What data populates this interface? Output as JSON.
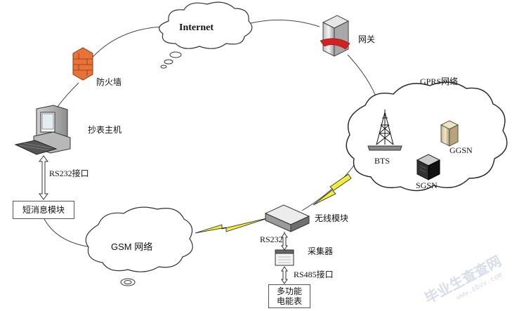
{
  "labels": {
    "internet": "Internet",
    "gateway": "网关",
    "firewall": "防火墙",
    "gprs": "GPRS网络",
    "host": "抄表主机",
    "bts": "BTS",
    "ggsn": "GGSN",
    "sgsn": "SGSN",
    "rs232_top": "RS232接口",
    "sms_module": "短消息模块",
    "wireless_module": "无线模块",
    "gsm": "GSM  网络",
    "rs232_bottom": "RS232",
    "collector": "采集器",
    "rs485": "RS485接口",
    "meter_line1": "多功能",
    "meter_line2": "电能表"
  },
  "watermark": {
    "text": "毕业生查查网",
    "url": "www.sbvv.com"
  },
  "colors": {
    "line": "#444444",
    "lightning": "#f2ec3c",
    "firewall": "#e8733a",
    "watermark": "#b8c2d8"
  }
}
